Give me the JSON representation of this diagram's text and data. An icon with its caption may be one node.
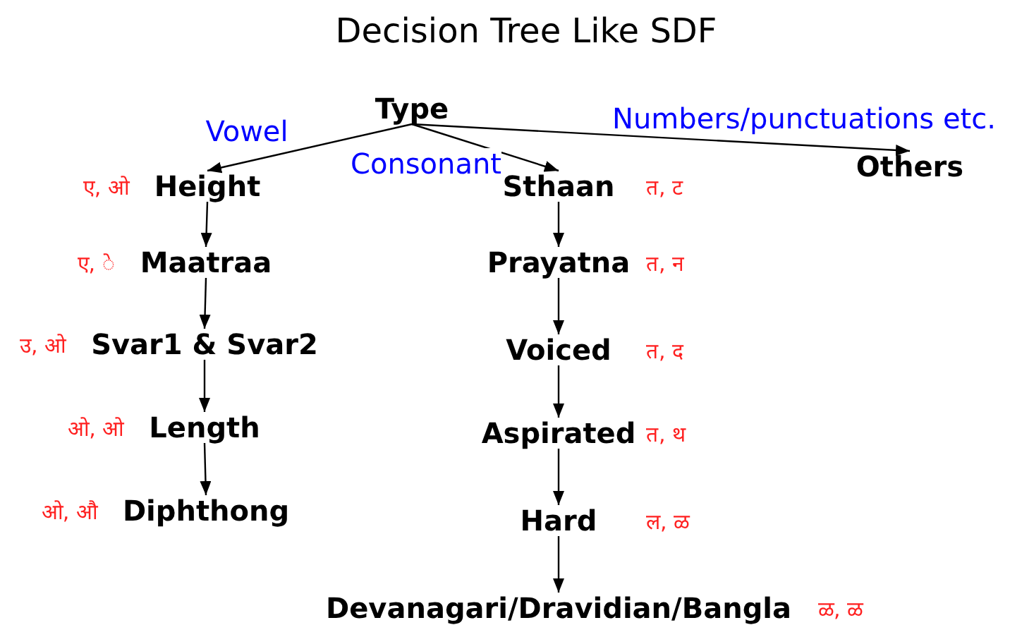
{
  "diagram": {
    "title": "Decision Tree Like SDF",
    "nodes": [
      {
        "text": [
          "Type"
        ]
      },
      {
        "text": [
          "Height"
        ],
        "beside": [
          "ए, ओ"
        ]
      },
      {
        "text": [
          "Maatraa"
        ],
        "beside": [
          "ए, ◌े"
        ]
      },
      {
        "text": [
          "Svar1 & Svar2"
        ],
        "beside": [
          "उ, ओ"
        ]
      },
      {
        "text": [
          "Length"
        ],
        "beside": [
          "ओ, ओ"
        ]
      },
      {
        "text": [
          "Diphthong"
        ],
        "beside": [
          "ओ, औ"
        ]
      },
      {
        "text": [
          "Sthaan"
        ],
        "beside": [
          "त, ट"
        ]
      },
      {
        "text": [
          "Prayatna"
        ],
        "beside": [
          "त, न"
        ]
      },
      {
        "text": [
          "Voiced"
        ],
        "beside": [
          "त, द"
        ]
      },
      {
        "text": [
          "Aspirated"
        ],
        "beside": [
          "त, थ"
        ]
      },
      {
        "text": [
          "Hard"
        ],
        "beside": [
          "ल, ळ"
        ]
      },
      {
        "text": [
          "Devanagari/Dravidian/Bangla"
        ],
        "beside": [
          "ळ, ळ"
        ]
      },
      {
        "text": [
          "Others"
        ]
      }
    ],
    "edges": [
      {
        "from": 0,
        "to": 1,
        "arrow": "to",
        "label": "Vowel"
      },
      {
        "from": 0,
        "to": 6,
        "arrow": "to",
        "label": "Consonant"
      },
      {
        "from": 0,
        "to": 12,
        "arrow": "to",
        "label": "Numbers/punctuations etc."
      },
      {
        "from": 1,
        "to": 2,
        "arrow": "to"
      },
      {
        "from": 2,
        "to": 3,
        "arrow": "to"
      },
      {
        "from": 3,
        "to": 4,
        "arrow": "to"
      },
      {
        "from": 4,
        "to": 5,
        "arrow": "to"
      },
      {
        "from": 6,
        "to": 7,
        "arrow": "to"
      },
      {
        "from": 7,
        "to": 8,
        "arrow": "to"
      },
      {
        "from": 8,
        "to": 9,
        "arrow": "to"
      },
      {
        "from": 9,
        "to": 10,
        "arrow": "to"
      },
      {
        "from": 10,
        "to": 11,
        "arrow": "to"
      }
    ]
  }
}
